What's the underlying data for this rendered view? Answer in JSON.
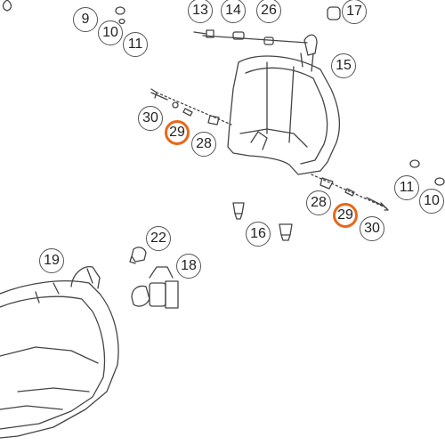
{
  "diagram": {
    "highlight_color": "#e8681a",
    "callouts": [
      {
        "label": "9"
      },
      {
        "label": "10"
      },
      {
        "label": "11"
      },
      {
        "label": "13"
      },
      {
        "label": "14"
      },
      {
        "label": "26"
      },
      {
        "label": "17"
      },
      {
        "label": "15"
      },
      {
        "label": "30"
      },
      {
        "label": "29",
        "highlighted": true
      },
      {
        "label": "28"
      },
      {
        "label": "11"
      },
      {
        "label": "10"
      },
      {
        "label": "28"
      },
      {
        "label": "29",
        "highlighted": true
      },
      {
        "label": "30"
      },
      {
        "label": "16"
      },
      {
        "label": "22"
      },
      {
        "label": "18"
      },
      {
        "label": "19"
      }
    ]
  }
}
